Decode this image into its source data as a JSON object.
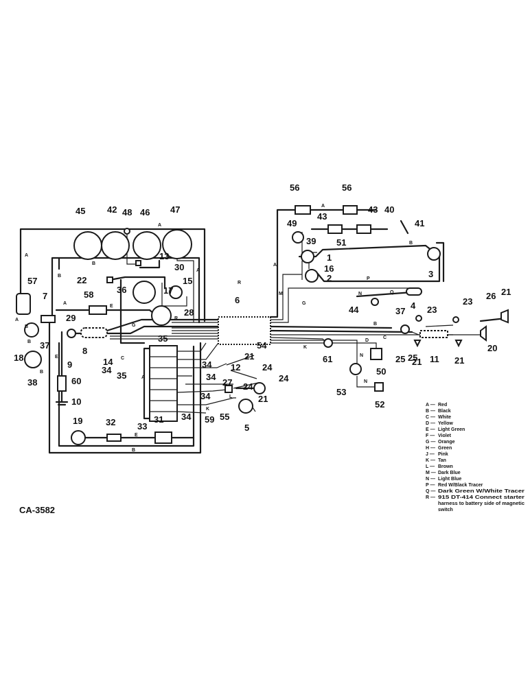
{
  "figure": {
    "code": "CA-3582"
  },
  "callouts": [
    {
      "id": "c45",
      "label": "45"
    },
    {
      "id": "c42",
      "label": "42"
    },
    {
      "id": "c48",
      "label": "48"
    },
    {
      "id": "c46",
      "label": "46"
    },
    {
      "id": "c47",
      "label": "47"
    },
    {
      "id": "c13",
      "label": "13"
    },
    {
      "id": "c30",
      "label": "30"
    },
    {
      "id": "c15",
      "label": "15"
    },
    {
      "id": "c22",
      "label": "22"
    },
    {
      "id": "c36",
      "label": "36"
    },
    {
      "id": "c17",
      "label": "17"
    },
    {
      "id": "c57",
      "label": "57"
    },
    {
      "id": "c7",
      "label": "7"
    },
    {
      "id": "c58",
      "label": "58"
    },
    {
      "id": "c29",
      "label": "29"
    },
    {
      "id": "c28",
      "label": "28"
    },
    {
      "id": "c6",
      "label": "6"
    },
    {
      "id": "c37a",
      "label": "37"
    },
    {
      "id": "c18",
      "label": "18"
    },
    {
      "id": "c38",
      "label": "38"
    },
    {
      "id": "c8",
      "label": "8"
    },
    {
      "id": "c14",
      "label": "14"
    },
    {
      "id": "c35a",
      "label": "35"
    },
    {
      "id": "c34a",
      "label": "34"
    },
    {
      "id": "c35b",
      "label": "35"
    },
    {
      "id": "c34b",
      "label": "34"
    },
    {
      "id": "c34c",
      "label": "34"
    },
    {
      "id": "c34d",
      "label": "34"
    },
    {
      "id": "c34e",
      "label": "34"
    },
    {
      "id": "c9",
      "label": "9"
    },
    {
      "id": "c60",
      "label": "60"
    },
    {
      "id": "c10",
      "label": "10"
    },
    {
      "id": "c19",
      "label": "19"
    },
    {
      "id": "c32",
      "label": "32"
    },
    {
      "id": "c31",
      "label": "31"
    },
    {
      "id": "c33",
      "label": "33"
    },
    {
      "id": "c59",
      "label": "59"
    },
    {
      "id": "c55",
      "label": "55"
    },
    {
      "id": "c5",
      "label": "5"
    },
    {
      "id": "c12",
      "label": "12"
    },
    {
      "id": "c27",
      "label": "27"
    },
    {
      "id": "c54",
      "label": "54"
    },
    {
      "id": "c21a",
      "label": "21"
    },
    {
      "id": "c24a",
      "label": "24"
    },
    {
      "id": "c24b",
      "label": "24"
    },
    {
      "id": "c24c",
      "label": "24"
    },
    {
      "id": "c21b",
      "label": "21"
    },
    {
      "id": "c56a",
      "label": "56"
    },
    {
      "id": "c56b",
      "label": "56"
    },
    {
      "id": "c43a",
      "label": "43"
    },
    {
      "id": "c43b",
      "label": "43"
    },
    {
      "id": "c40",
      "label": "40"
    },
    {
      "id": "c41",
      "label": "41"
    },
    {
      "id": "c49",
      "label": "49"
    },
    {
      "id": "c39",
      "label": "39"
    },
    {
      "id": "c51",
      "label": "51"
    },
    {
      "id": "c1",
      "label": "1"
    },
    {
      "id": "c16",
      "label": "16"
    },
    {
      "id": "c2",
      "label": "2"
    },
    {
      "id": "c3",
      "label": "3"
    },
    {
      "id": "c4",
      "label": "4"
    },
    {
      "id": "c44",
      "label": "44"
    },
    {
      "id": "c23a",
      "label": "23"
    },
    {
      "id": "c23b",
      "label": "23"
    },
    {
      "id": "c26",
      "label": "26"
    },
    {
      "id": "c21c",
      "label": "21"
    },
    {
      "id": "c37b",
      "label": "37"
    },
    {
      "id": "c25a",
      "label": "25"
    },
    {
      "id": "c25b",
      "label": "25"
    },
    {
      "id": "c21d",
      "label": "21"
    },
    {
      "id": "c11",
      "label": "11"
    },
    {
      "id": "c21e",
      "label": "21"
    },
    {
      "id": "c20",
      "label": "20"
    },
    {
      "id": "c61",
      "label": "61"
    },
    {
      "id": "c50",
      "label": "50"
    },
    {
      "id": "c53",
      "label": "53"
    },
    {
      "id": "c52",
      "label": "52"
    }
  ],
  "wire_letters": [
    {
      "id": "w1",
      "text": "A"
    },
    {
      "id": "w2",
      "text": "A"
    },
    {
      "id": "w3",
      "text": "B"
    },
    {
      "id": "w4",
      "text": "B"
    },
    {
      "id": "w5",
      "text": "A"
    },
    {
      "id": "w6",
      "text": "A"
    },
    {
      "id": "w7",
      "text": "B"
    },
    {
      "id": "w8",
      "text": "B"
    },
    {
      "id": "w9",
      "text": "B"
    },
    {
      "id": "w10",
      "text": "E"
    },
    {
      "id": "w11",
      "text": "A"
    },
    {
      "id": "w12",
      "text": "E"
    },
    {
      "id": "w13",
      "text": "G"
    },
    {
      "id": "w14",
      "text": "E"
    },
    {
      "id": "w15",
      "text": "B"
    },
    {
      "id": "w16",
      "text": "A"
    },
    {
      "id": "w17",
      "text": "M"
    },
    {
      "id": "w18",
      "text": "A"
    },
    {
      "id": "w19",
      "text": "B"
    },
    {
      "id": "w20",
      "text": "G"
    },
    {
      "id": "w21",
      "text": "P"
    },
    {
      "id": "w22",
      "text": "N"
    },
    {
      "id": "w23",
      "text": "Q"
    },
    {
      "id": "w24",
      "text": "B"
    },
    {
      "id": "w25",
      "text": "K"
    },
    {
      "id": "w26",
      "text": "D"
    },
    {
      "id": "w27",
      "text": "C"
    },
    {
      "id": "w28",
      "text": "N"
    },
    {
      "id": "w29",
      "text": "N"
    },
    {
      "id": "w30",
      "text": "L"
    },
    {
      "id": "w31",
      "text": "K"
    },
    {
      "id": "w32",
      "text": "R"
    },
    {
      "id": "w33",
      "text": "R"
    },
    {
      "id": "w34",
      "text": "A"
    },
    {
      "id": "w35",
      "text": "C"
    }
  ],
  "legend": [
    {
      "code": "A",
      "desc": "Red"
    },
    {
      "code": "B",
      "desc": "Black"
    },
    {
      "code": "C",
      "desc": "White"
    },
    {
      "code": "D",
      "desc": "Yellow"
    },
    {
      "code": "E",
      "desc": "Light Green"
    },
    {
      "code": "F",
      "desc": "Violet"
    },
    {
      "code": "G",
      "desc": "Orange"
    },
    {
      "code": "H",
      "desc": "Green"
    },
    {
      "code": "J",
      "desc": "Pink"
    },
    {
      "code": "K",
      "desc": "Tan"
    },
    {
      "code": "L",
      "desc": "Brown"
    },
    {
      "code": "M",
      "desc": "Dark Blue"
    },
    {
      "code": "N",
      "desc": "Light Blue"
    },
    {
      "code": "P",
      "desc": "Red W/Black Tracer"
    },
    {
      "code": "Q",
      "desc": "Dark Green W/White Tracer"
    },
    {
      "code": "R",
      "desc": "915 DT-414 Connect starter harness to battery side of magnetic switch"
    }
  ]
}
